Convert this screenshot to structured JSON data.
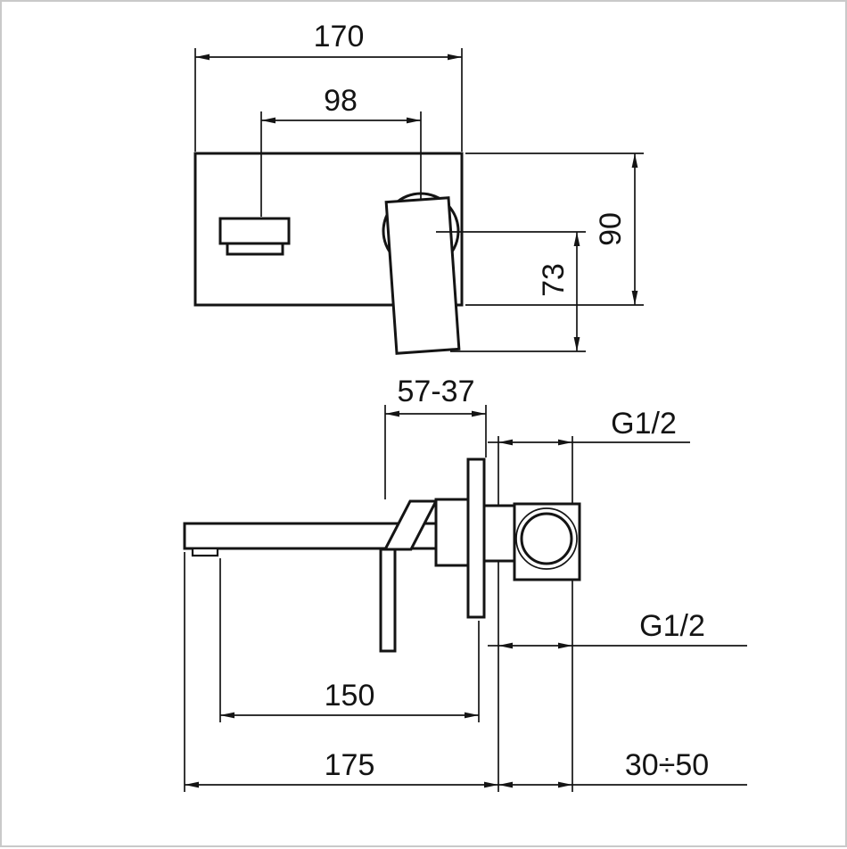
{
  "drawing": {
    "type": "technical-dimension-drawing",
    "subject": "wall-mounted single-lever basin mixer",
    "front_view": {
      "plate_width": "170",
      "spout_to_handle_distance": "98",
      "plate_height": "90",
      "handle_drop_below_center": "73"
    },
    "side_view": {
      "handle_clearance_range": "57-37",
      "top_inlet_thread": "G1/2",
      "bottom_inlet_thread": "G1/2",
      "spout_to_wall": "150",
      "overall_reach": "175",
      "wall_embedding_depth_range": "30÷50"
    }
  }
}
